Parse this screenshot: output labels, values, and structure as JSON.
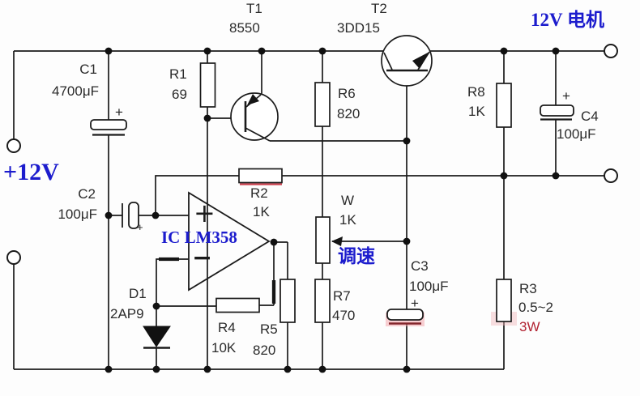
{
  "annotations": {
    "supply": "+12V",
    "motor": "12V 电机",
    "speed": "调速"
  },
  "ic": {
    "label": "IC LM358",
    "plus": "+",
    "minus": "−"
  },
  "polarity": {
    "mark": "+"
  },
  "components": {
    "c1": {
      "ref": "C1",
      "value": "4700μF"
    },
    "c2": {
      "ref": "C2",
      "value": "100μF"
    },
    "c3": {
      "ref": "C3",
      "value": "100μF"
    },
    "c4": {
      "ref": "C4",
      "value": "100μF"
    },
    "r1": {
      "ref": "R1",
      "value": "69"
    },
    "r2": {
      "ref": "R2",
      "value": "1K"
    },
    "r3": {
      "ref": "R3",
      "value": "0.5~2",
      "power": "3W"
    },
    "r4": {
      "ref": "R4",
      "value": "10K"
    },
    "r5": {
      "ref": "R5",
      "value": "820"
    },
    "r6": {
      "ref": "R6",
      "value": "820"
    },
    "r7": {
      "ref": "R7",
      "value": "470"
    },
    "r8": {
      "ref": "R8",
      "value": "1K"
    },
    "w": {
      "ref": "W",
      "value": "1K"
    },
    "t1": {
      "ref": "T1",
      "value": "8550"
    },
    "t2": {
      "ref": "T2",
      "value": "3DD15"
    },
    "d1": {
      "ref": "D1",
      "value": "2AP9"
    }
  },
  "colors": {
    "annotation_blue": "#1c1ccd",
    "power_red": "#b22433",
    "wire": "#1b1b1b"
  }
}
